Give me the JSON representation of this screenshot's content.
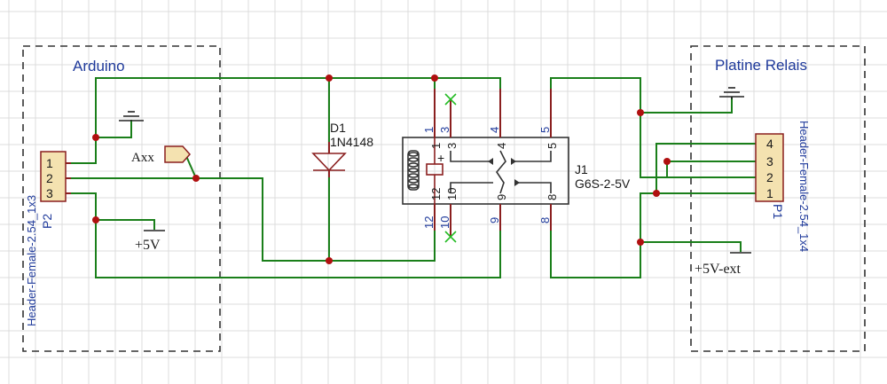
{
  "blocks": {
    "left_title": "Arduino",
    "right_title": "Platine Relais"
  },
  "connectors": {
    "p2": {
      "footprint": "Header-Female-2.54_1x3",
      "ref": "P2",
      "pins": [
        "1",
        "2",
        "3"
      ]
    },
    "p1": {
      "footprint": "Header-Female-2.54_1x4",
      "ref": "P1",
      "pins": [
        "4",
        "3",
        "2",
        "1"
      ]
    }
  },
  "diode": {
    "ref": "D1",
    "value": "1N4148"
  },
  "relay": {
    "ref": "J1",
    "value": "G6S-2-5V",
    "pins_top": [
      "1",
      "3",
      "4",
      "5"
    ],
    "pins_bottom": [
      "12",
      "10",
      "9",
      "8"
    ],
    "inner_top": [
      "1",
      "3",
      "4",
      "5"
    ],
    "inner_bottom": [
      "12",
      "10",
      "9",
      "8"
    ],
    "coil_mark": "+"
  },
  "net_labels": {
    "axx": "Axx",
    "vcc": "+5V",
    "vcc_ext": "+5V-ext"
  },
  "colors": {
    "wire": "#1a7f1a",
    "part": "#8a1f1f",
    "label": "#1f3a9b",
    "junction": "#b01010"
  }
}
